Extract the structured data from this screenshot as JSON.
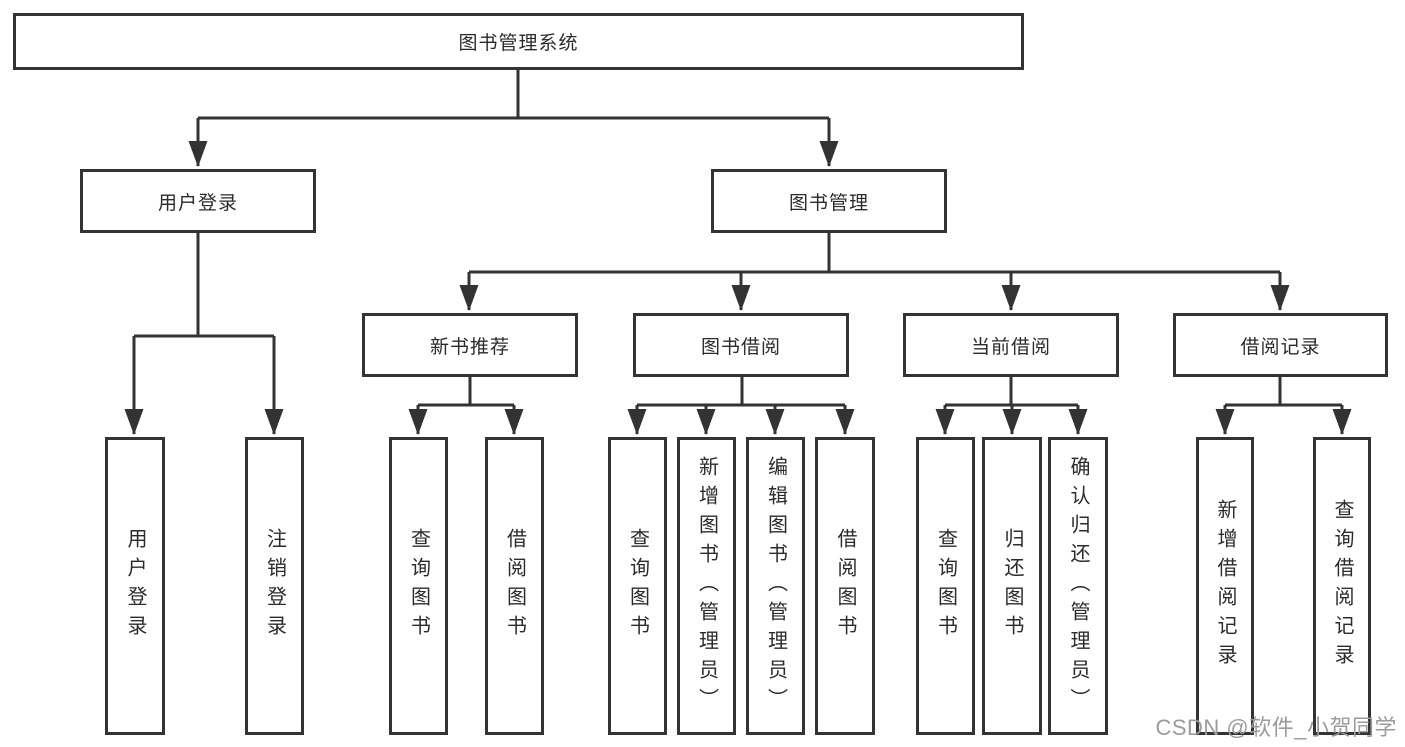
{
  "chart_data": {
    "type": "table",
    "title": "图书管理系统",
    "note": "functional structure tree diagram"
  },
  "tree": {
    "label": "图书管理系统",
    "children": [
      {
        "label": "用户登录",
        "children": [
          {
            "label": "用户登录"
          },
          {
            "label": "注销登录"
          }
        ]
      },
      {
        "label": "图书管理",
        "children": [
          {
            "label": "新书推荐",
            "children": [
              {
                "label": "查询图书"
              },
              {
                "label": "借阅图书"
              }
            ]
          },
          {
            "label": "图书借阅",
            "children": [
              {
                "label": "查询图书"
              },
              {
                "label": "新增图书（管理员）"
              },
              {
                "label": "编辑图书（管理员）"
              },
              {
                "label": "借阅图书"
              }
            ]
          },
          {
            "label": "当前借阅",
            "children": [
              {
                "label": "查询图书"
              },
              {
                "label": "归还图书"
              },
              {
                "label": "确认归还（管理员）"
              }
            ]
          },
          {
            "label": "借阅记录",
            "children": [
              {
                "label": "新增借阅记录"
              },
              {
                "label": "查询借阅记录"
              }
            ]
          }
        ]
      }
    ]
  },
  "watermark": "CSDN @软件_小贺同学",
  "colors": {
    "line": "#333333",
    "text": "#2b2b2b",
    "background": "#ffffff",
    "watermark": "#9b9b9b"
  }
}
